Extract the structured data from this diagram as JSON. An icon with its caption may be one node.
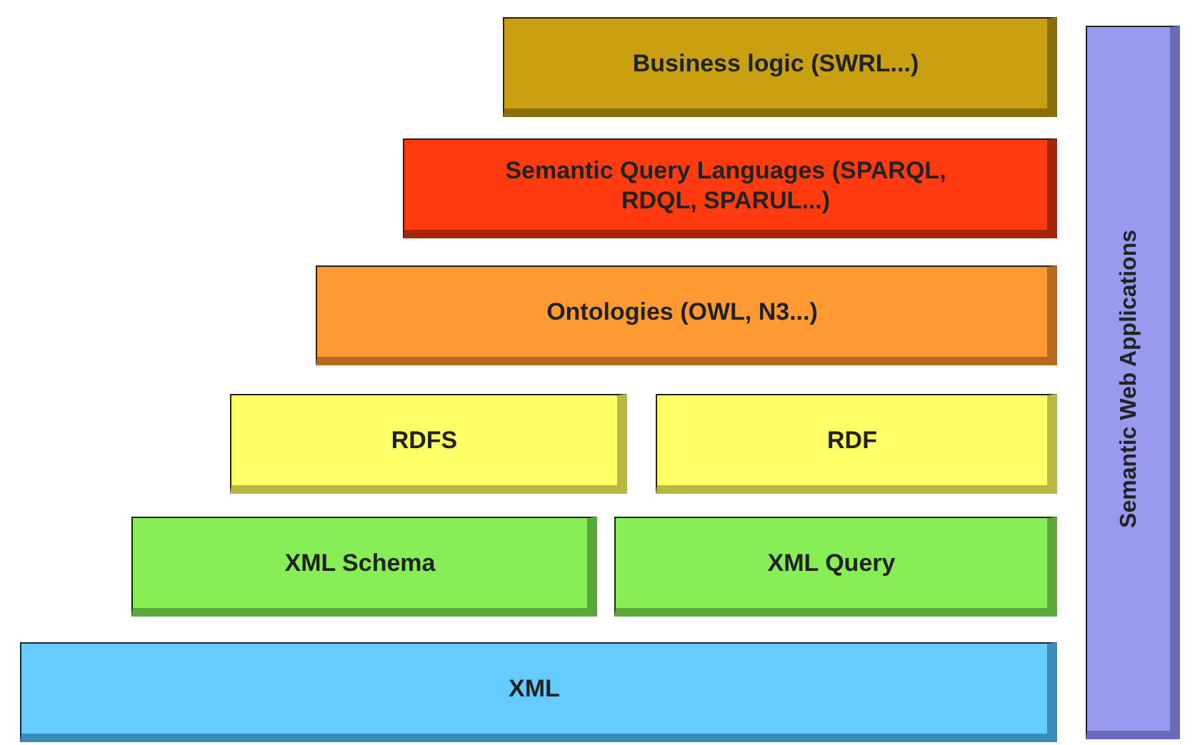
{
  "diagram": {
    "nodes": [
      {
        "text": [
          "Business logic (SWRL...)"
        ]
      },
      {
        "text": [
          "Semantic Query Languages (SPARQL, RDQL, SPARUL...)"
        ]
      },
      {
        "text": [
          "Ontologies (OWL, N3...)"
        ]
      },
      {
        "text": [
          "RDFS"
        ]
      },
      {
        "text": [
          "RDF"
        ]
      },
      {
        "text": [
          "XML Schema"
        ]
      },
      {
        "text": [
          "XML Query"
        ]
      },
      {
        "text": [
          "XML"
        ]
      },
      {
        "text": [
          "Semantic Web Applications"
        ]
      }
    ]
  }
}
